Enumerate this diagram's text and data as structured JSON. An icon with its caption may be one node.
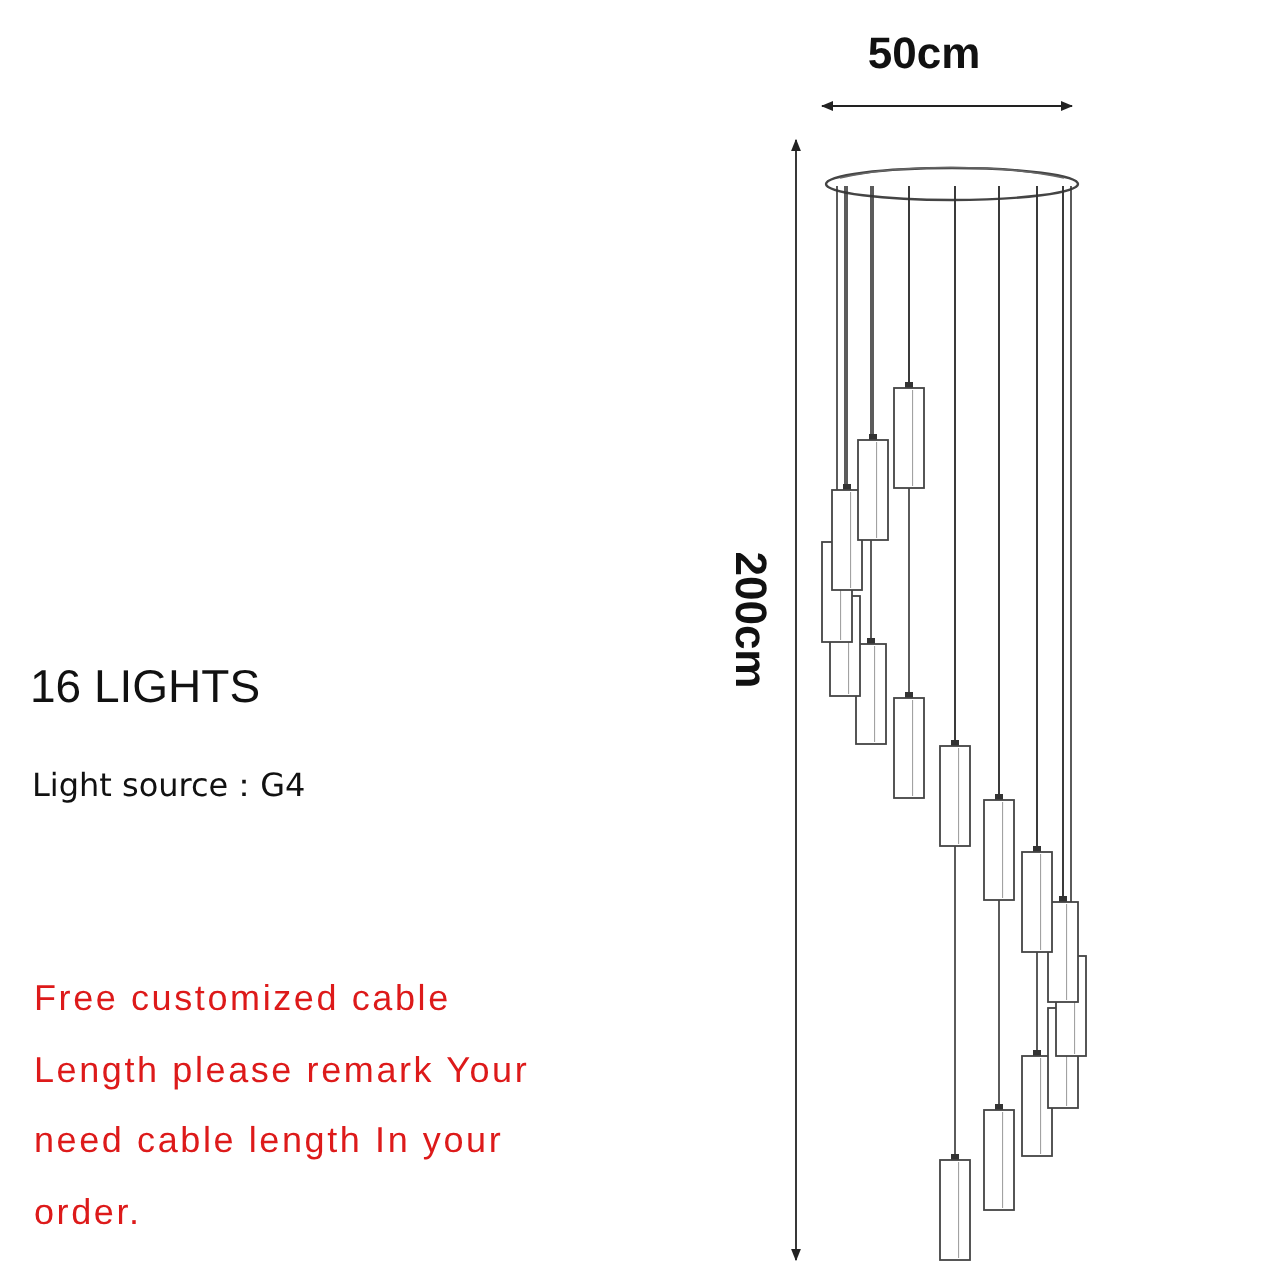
{
  "diagram": {
    "title": "16 LIGHTS",
    "labels": [
      "50cm",
      "200cm",
      "Light source：G4",
      "Free customized cable Length please remark Your need cable length In your order."
    ]
  }
}
